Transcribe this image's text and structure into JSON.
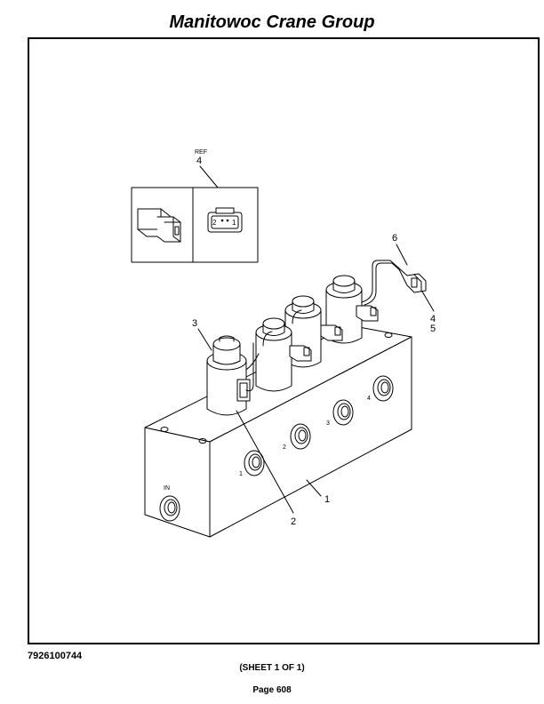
{
  "header": {
    "title": "Manitowoc Crane Group"
  },
  "diagram": {
    "callouts": {
      "ref": "REF",
      "c1": "1",
      "c2": "2",
      "c3": "3",
      "c4_ref": "4",
      "c4": "4",
      "c5": "5",
      "c6": "6"
    },
    "connector_pins": {
      "pin2": "2",
      "pin1": "1"
    },
    "ports": {
      "p1": "1",
      "p2": "2",
      "p3": "3",
      "p4": "4",
      "inlet": "IN"
    }
  },
  "footer": {
    "doc_number": "7926100744",
    "sheet": "(SHEET 1 OF 1)",
    "page": "Page 608"
  }
}
